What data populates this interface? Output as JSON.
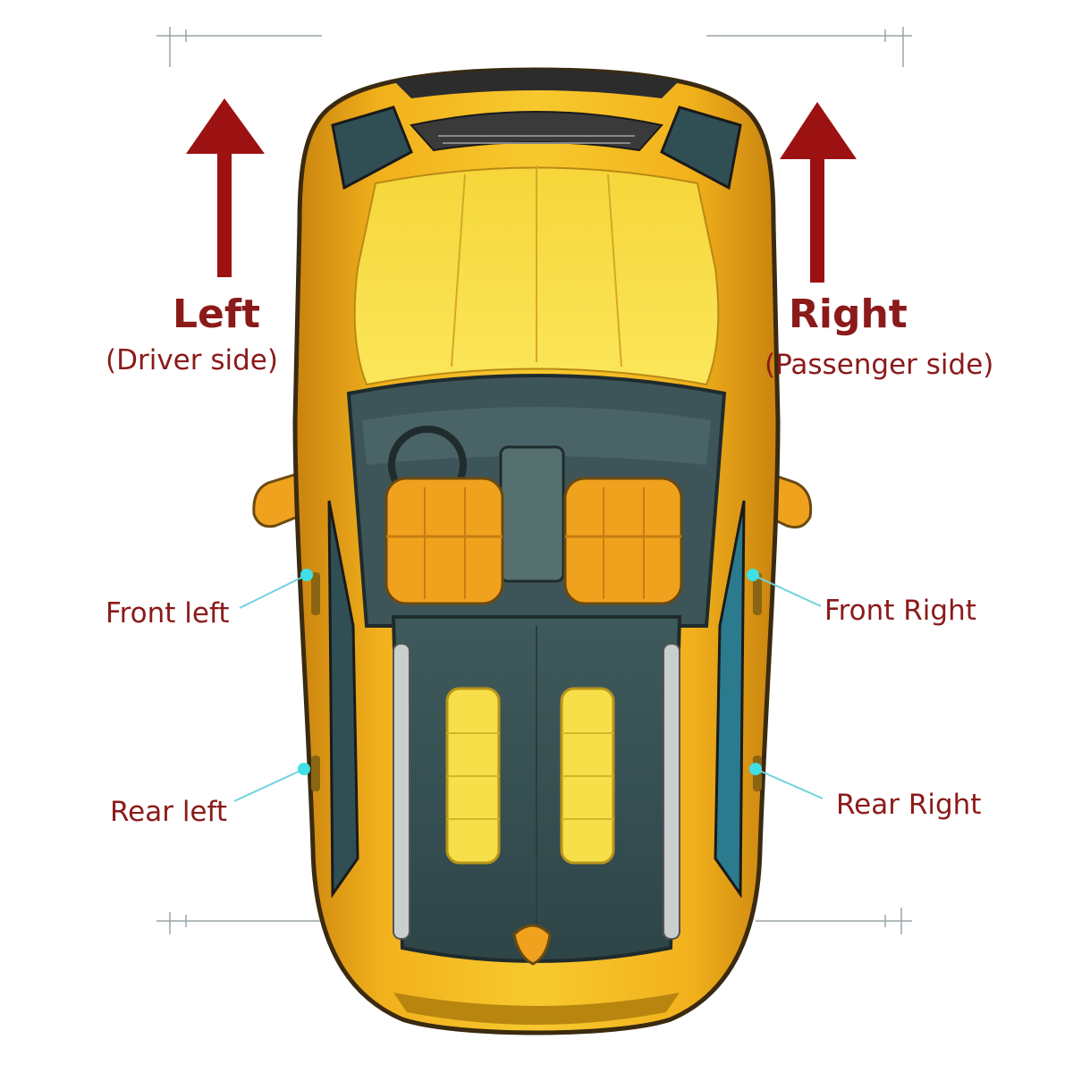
{
  "labels": {
    "left": {
      "title": "Left",
      "subtitle": "(Driver side)"
    },
    "right": {
      "title": "Right",
      "subtitle": "(Passenger side)"
    },
    "front_left": "Front left",
    "front_right": "Front Right",
    "rear_left": "Rear left",
    "rear_right": "Rear Right"
  },
  "colors": {
    "label_text": "#8b1a1a",
    "arrow": "#9c1212",
    "leader_line": "#6fd3dc",
    "marker_dot": "#3ee0e6",
    "car_body": "#f2b11c",
    "car_body_light": "#fbe24a",
    "glass": "#2f4f55",
    "seats": "#f0a21e"
  },
  "icons": {
    "forward_arrows": "up-arrow-icon",
    "door_markers": "dot-marker-icon"
  }
}
